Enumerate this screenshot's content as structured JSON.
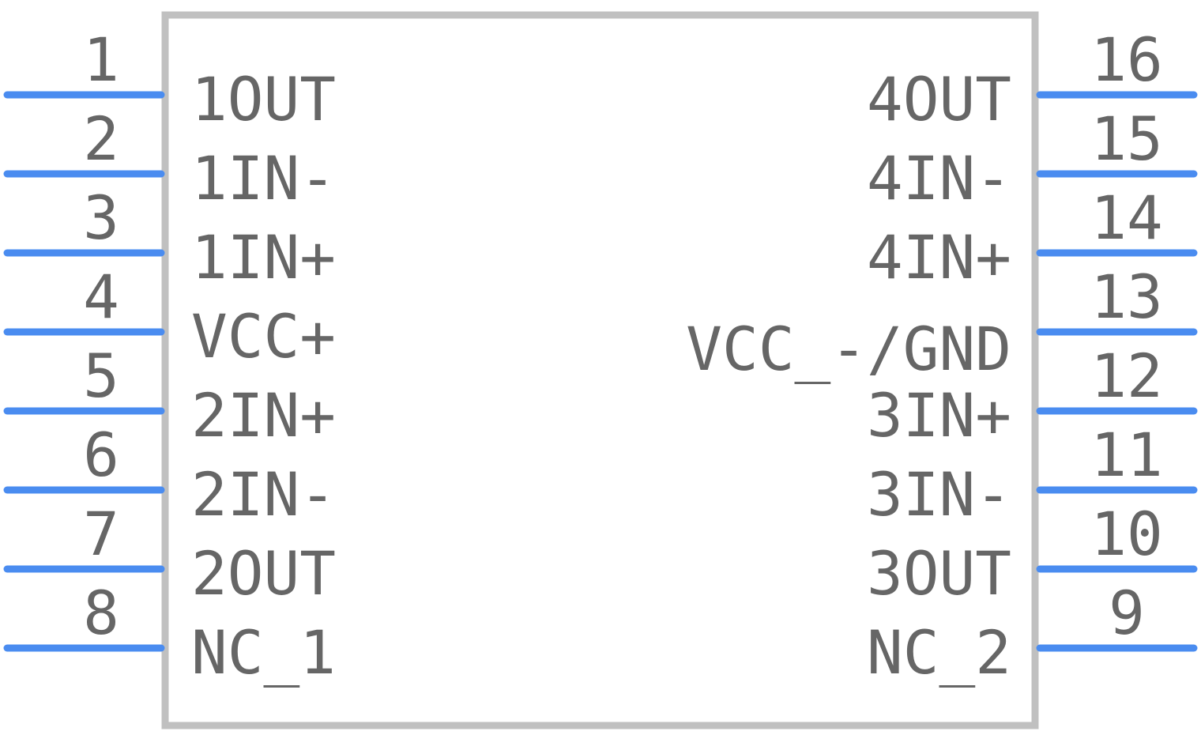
{
  "colors": {
    "pin_line": "#4a8cf0",
    "body_outline": "#c0c0c0",
    "text": "#666666",
    "background": "#ffffff"
  },
  "left_pins": [
    {
      "number": "1",
      "name": "1OUT"
    },
    {
      "number": "2",
      "name": "1IN-"
    },
    {
      "number": "3",
      "name": "1IN+"
    },
    {
      "number": "4",
      "name": "VCC+"
    },
    {
      "number": "5",
      "name": "2IN+"
    },
    {
      "number": "6",
      "name": "2IN-"
    },
    {
      "number": "7",
      "name": "2OUT"
    },
    {
      "number": "8",
      "name": "NC_1"
    }
  ],
  "right_pins": [
    {
      "number": "16",
      "name": "4OUT"
    },
    {
      "number": "15",
      "name": "4IN-"
    },
    {
      "number": "14",
      "name": "4IN+"
    },
    {
      "number": "13",
      "name": "VCC_-/GND"
    },
    {
      "number": "12",
      "name": "3IN+"
    },
    {
      "number": "11",
      "name": "3IN-"
    },
    {
      "number": "10",
      "name": "3OUT"
    },
    {
      "number": "9",
      "name": "NC_2"
    }
  ]
}
